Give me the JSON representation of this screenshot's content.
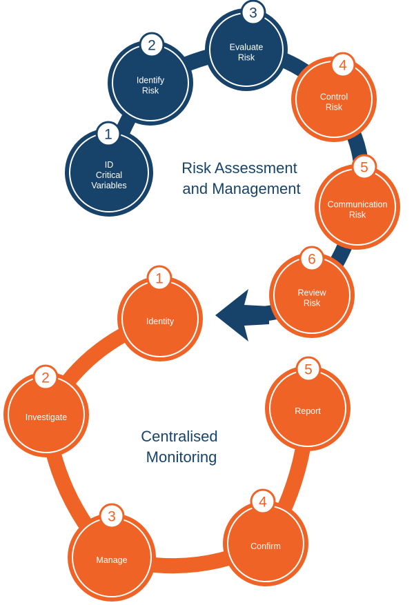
{
  "colors": {
    "navy": "#17436a",
    "orange": "#ef6426",
    "white": "#ffffff"
  },
  "risk_cycle": {
    "title_lines": [
      "Risk Assessment",
      "and Management"
    ],
    "steps": [
      {
        "number": "1",
        "lines": [
          "ID",
          "Critical",
          "Variables"
        ],
        "color": "navy"
      },
      {
        "number": "2",
        "lines": [
          "Identify",
          "Risk"
        ],
        "color": "navy"
      },
      {
        "number": "3",
        "lines": [
          "Evaluate",
          "Risk"
        ],
        "color": "navy"
      },
      {
        "number": "4",
        "lines": [
          "Control",
          "Risk"
        ],
        "color": "orange"
      },
      {
        "number": "5",
        "lines": [
          "Communication",
          "Risk"
        ],
        "color": "orange"
      },
      {
        "number": "6",
        "lines": [
          "Review",
          "Risk"
        ],
        "color": "orange"
      }
    ]
  },
  "monitoring_cycle": {
    "title_lines": [
      "Centralised",
      "Monitoring"
    ],
    "steps": [
      {
        "number": "1",
        "lines": [
          "Identity"
        ],
        "color": "orange"
      },
      {
        "number": "2",
        "lines": [
          "Investigate"
        ],
        "color": "orange"
      },
      {
        "number": "3",
        "lines": [
          "Manage"
        ],
        "color": "orange"
      },
      {
        "number": "4",
        "lines": [
          "Confirm"
        ],
        "color": "orange"
      },
      {
        "number": "5",
        "lines": [
          "Report"
        ],
        "color": "orange"
      }
    ]
  }
}
